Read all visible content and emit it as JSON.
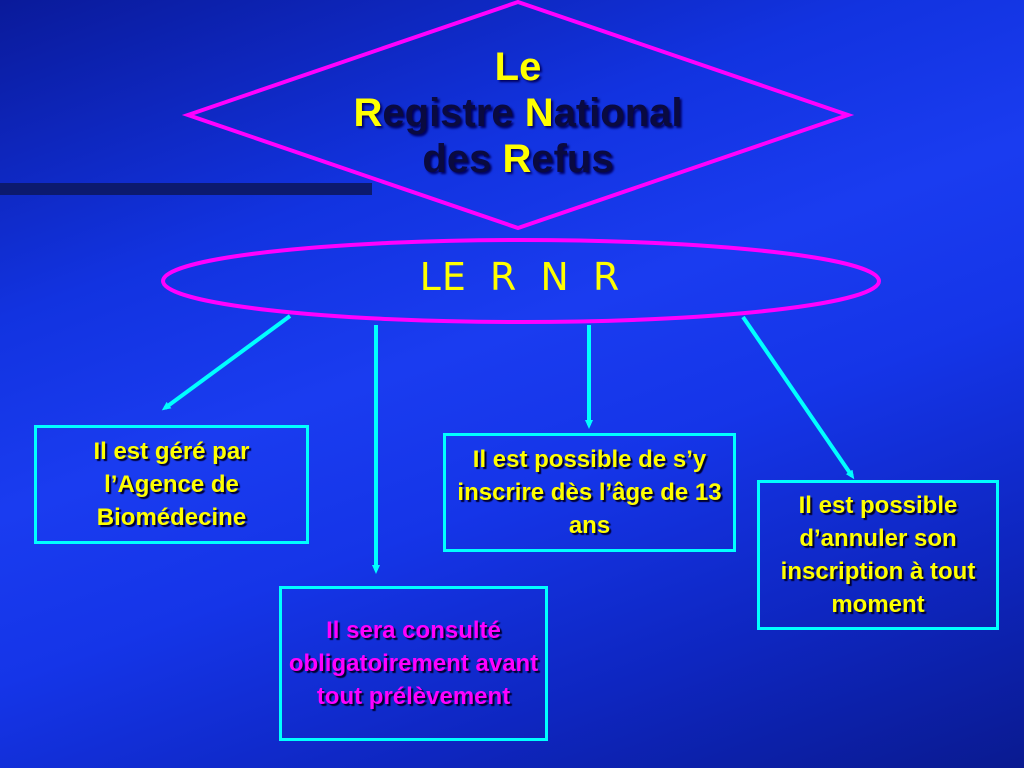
{
  "title": {
    "line1": "Le",
    "line2_cap1": "R",
    "line2_rest1": "egistre ",
    "line2_cap2": "N",
    "line2_rest2": "ational",
    "line3_pre": "des ",
    "line3_cap": "R",
    "line3_rest": "efus"
  },
  "subtitle": "LE R N R",
  "boxes": [
    {
      "text": "Il est géré par l’Agence de Biomédecine"
    },
    {
      "text": "Il est possible de s’y inscrire dès l’âge de 13 ans"
    },
    {
      "text": "Il est possible d’annuler son inscription à tout moment"
    },
    {
      "text": "Il sera consulté obligatoirement avant tout prélèvement"
    }
  ],
  "colors": {
    "title_dark": "#0a0a40",
    "title_caps": "#ffff00",
    "shape_outline": "#ff00ff",
    "arrow": "#00ffff",
    "box_text": "#ffff00",
    "box_text_highlight": "#ff00ff"
  }
}
